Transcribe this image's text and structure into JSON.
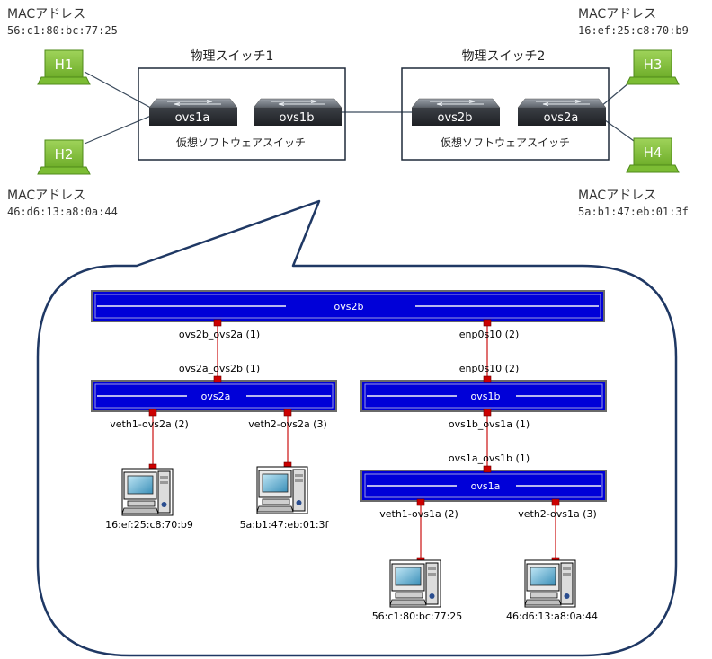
{
  "top": {
    "hosts": [
      {
        "label": "H1",
        "mac_title": "MACアドレス",
        "mac": "56:c1:80:bc:77:25"
      },
      {
        "label": "H2",
        "mac_title": "MACアドレス",
        "mac": "46:d6:13:a8:0a:44"
      },
      {
        "label": "H3",
        "mac_title": "MACアドレス",
        "mac": "16:ef:25:c8:70:b9"
      },
      {
        "label": "H4",
        "mac_title": "MACアドレス",
        "mac": "5a:b1:47:eb:01:3f"
      }
    ],
    "physical_switches": [
      {
        "title": "物理スイッチ1",
        "subtitle": "仮想ソフトウェアスイッチ",
        "vswitches": [
          "ovs1a",
          "ovs1b"
        ]
      },
      {
        "title": "物理スイッチ2",
        "subtitle": "仮想ソフトウェアスイッチ",
        "vswitches": [
          "ovs2b",
          "ovs2a"
        ]
      }
    ]
  },
  "detail": {
    "bars": {
      "ovs2b": "ovs2b",
      "ovs2a": "ovs2a",
      "ovs1b": "ovs1b",
      "ovs1a": "ovs1a"
    },
    "ports": {
      "ovs2b_ovs2a": "ovs2b_ovs2a (1)",
      "ovs2b_enp": "enp0s10 (2)",
      "ovs2a_ovs2b": "ovs2a_ovs2b (1)",
      "ovs1b_enp": "enp0s10 (2)",
      "veth1_ovs2a": "veth1-ovs2a (2)",
      "veth2_ovs2a": "veth2-ovs2a (3)",
      "ovs1b_ovs1a": "ovs1b_ovs1a (1)",
      "ovs1a_ovs1b": "ovs1a_ovs1b (1)",
      "veth1_ovs1a": "veth1-ovs1a (2)",
      "veth2_ovs1a": "veth2-ovs1a (3)"
    },
    "pcs": [
      "16:ef:25:c8:70:b9",
      "5a:b1:47:eb:01:3f",
      "56:c1:80:bc:77:25",
      "46:d6:13:a8:0a:44"
    ]
  },
  "colors": {
    "host_green": "#8cc63f",
    "bar_blue": "#0000d8",
    "link_red": "#e07070",
    "port_red": "#cc0000",
    "outline_navy": "#1f3864"
  }
}
